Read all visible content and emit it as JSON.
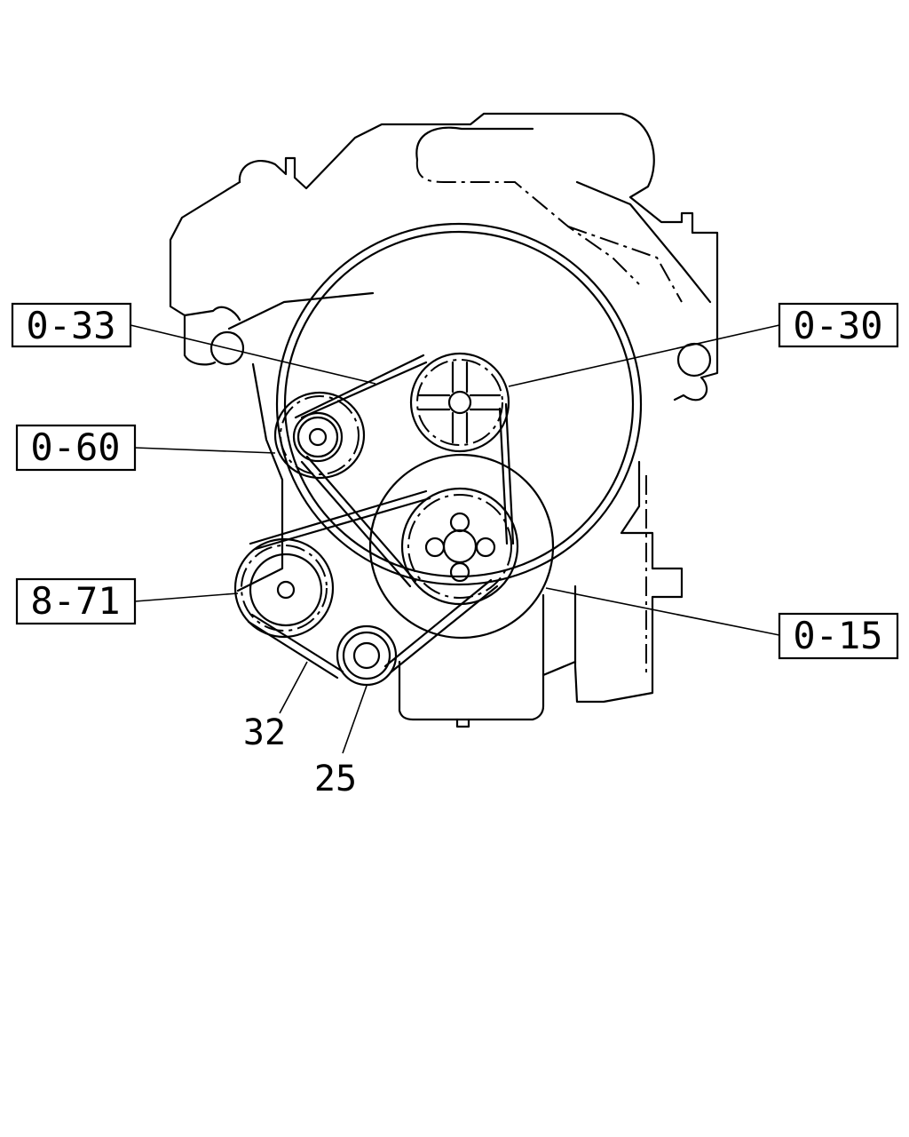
{
  "callouts": {
    "c1": "0-33",
    "c2": "0-30",
    "c3": "0-60",
    "c4": "8-71",
    "c5": "0-15"
  },
  "numbers": {
    "n1": "32",
    "n2": "25"
  }
}
